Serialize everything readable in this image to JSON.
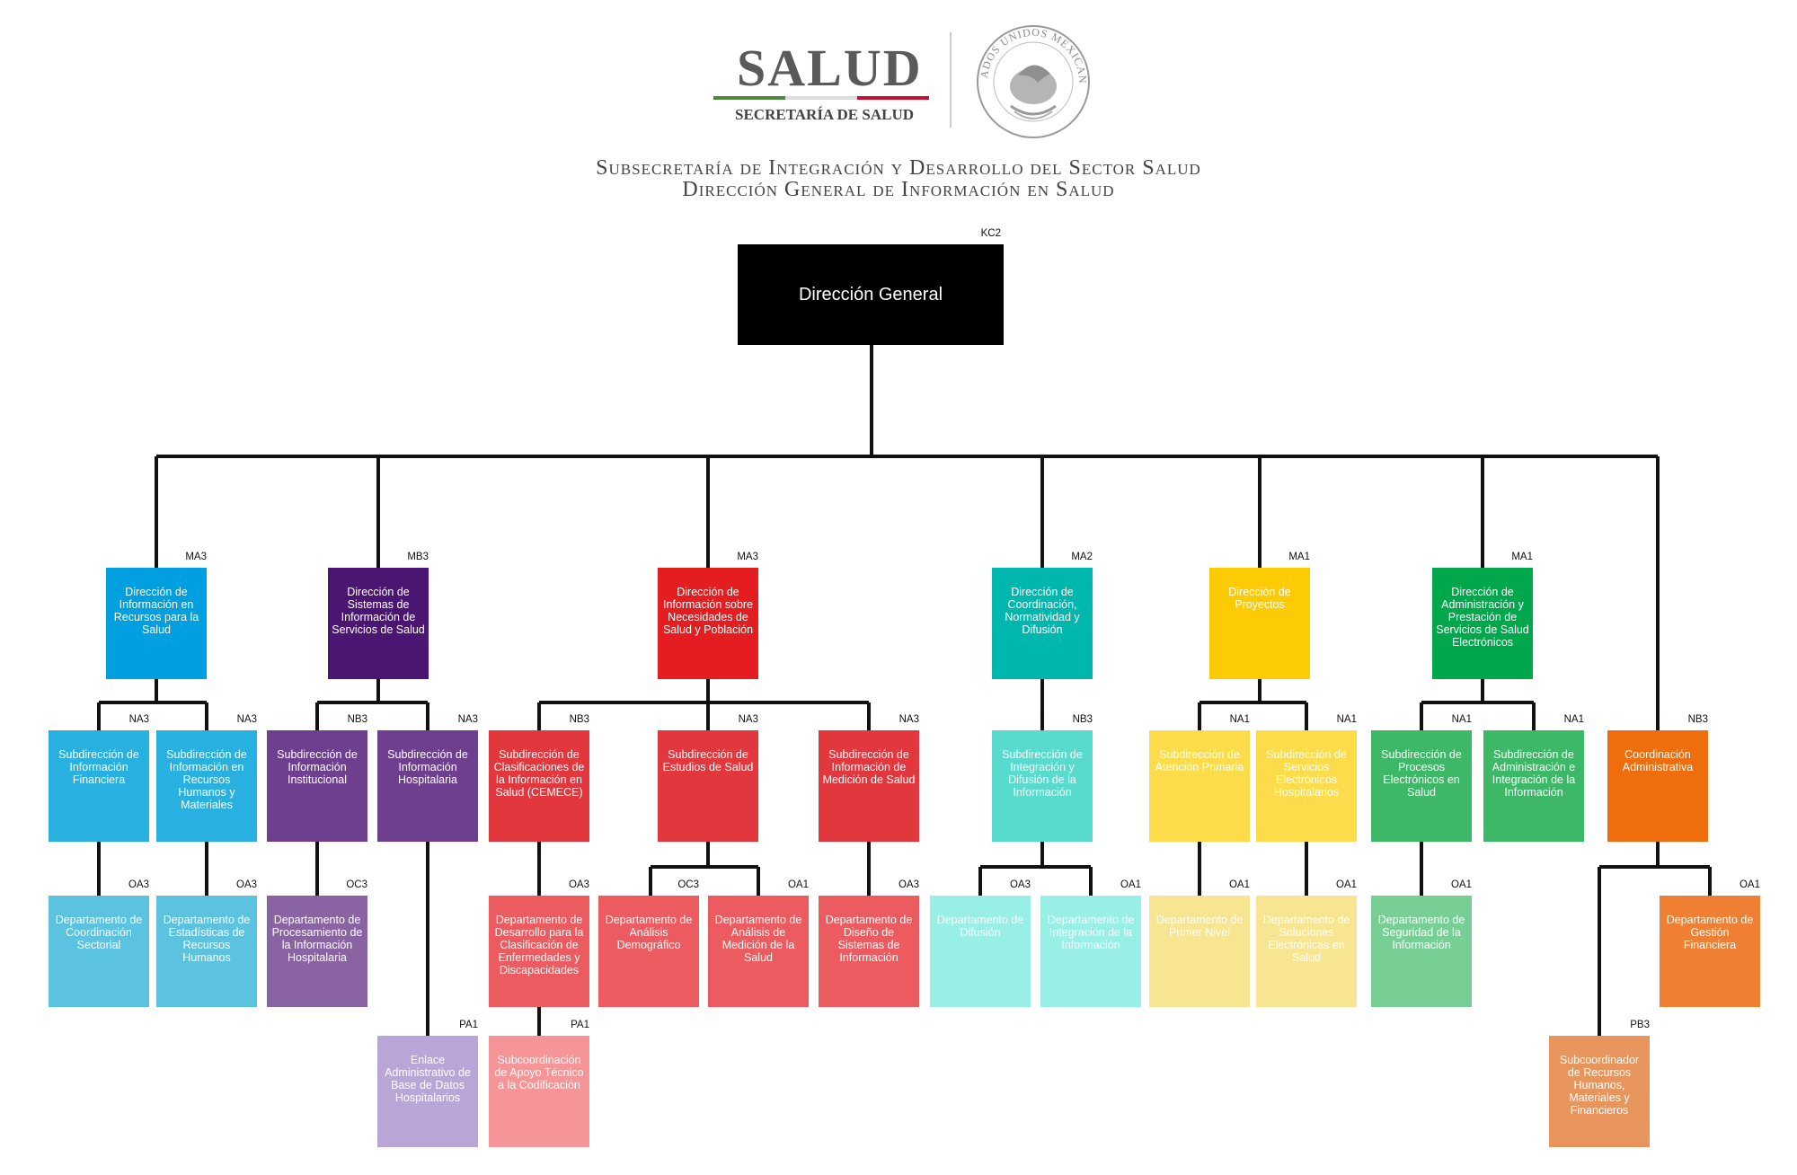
{
  "header": {
    "logo_main": "SALUD",
    "logo_sub": "SECRETARÍA DE SALUD",
    "seal_text": "ESTADOS UNIDOS MEXICANOS",
    "line1": "Subsecretaría de Integración y Desarrollo del Sector Salud",
    "line2": "Dirección General de Información en Salud",
    "colors": {
      "green": "#4a8a3a",
      "red": "#c8102e",
      "gray": "#555555"
    }
  },
  "root": {
    "label": "Dirección General",
    "code": "KC2",
    "color": "#000000"
  },
  "nodes": [
    {
      "id": "d1",
      "label": "Dirección de Información en Recursos para la Salud",
      "code": "MA3",
      "color": "#009fdf"
    },
    {
      "id": "d2",
      "label": "Dirección de Sistemas de Información de Servicios de Salud",
      "code": "MB3",
      "color": "#4b1572"
    },
    {
      "id": "d3",
      "label": "Dirección de Información sobre Necesidades de Salud y Población",
      "code": "MA3",
      "color": "#e41e20"
    },
    {
      "id": "d4",
      "label": "Dirección de Coordinación, Normatividad y Difusión",
      "code": "MA2",
      "color": "#00b7ae"
    },
    {
      "id": "d5",
      "label": "Dirección de Proyectos",
      "code": "MA1",
      "color": "#fdcb03"
    },
    {
      "id": "d6",
      "label": "Dirección de Administración y Prestación de Servicios de Salud Electrónicos",
      "code": "MA1",
      "color": "#00a84b"
    },
    {
      "id": "s1",
      "label": "Subdirección de Información Financiera",
      "code": "NA3",
      "color": "#28b0e0"
    },
    {
      "id": "s2",
      "label": "Subdirección de Información en Recursos Humanos y Materiales",
      "code": "NA3",
      "color": "#28b0e0"
    },
    {
      "id": "s3",
      "label": "Subdirección de Información Institucional",
      "code": "NB3",
      "color": "#6e3f8f"
    },
    {
      "id": "s4",
      "label": "Subdirección de Información Hospitalaria",
      "code": "NA3",
      "color": "#6e3f8f"
    },
    {
      "id": "s5",
      "label": "Subdirección de Clasificaciones de la Información en Salud (CEMECE)",
      "code": "NB3",
      "color": "#e2373d"
    },
    {
      "id": "s6",
      "label": "Subdirección de Estudios de Salud",
      "code": "NA3",
      "color": "#e2373d"
    },
    {
      "id": "s7",
      "label": "Subdirección de Información de Medición de Salud",
      "code": "NA3",
      "color": "#e2373d"
    },
    {
      "id": "s8",
      "label": "Subdirección de Integración y Difusión de la Información",
      "code": "NB3",
      "color": "#58dbcd"
    },
    {
      "id": "s9",
      "label": "Subdirección de Atención Primaria",
      "code": "NA1",
      "color": "#fcdc4b"
    },
    {
      "id": "s10",
      "label": "Subdirección de Servicios Electrónicos Hospitalarios",
      "code": "NA1",
      "color": "#fcdc4b"
    },
    {
      "id": "s11",
      "label": "Subdirección de Procesos Electrónicos en Salud",
      "code": "NA1",
      "color": "#3db867"
    },
    {
      "id": "s12",
      "label": "Subdirección de Administración e Integración de la Información",
      "code": "NA1",
      "color": "#3db867"
    },
    {
      "id": "s13",
      "label": "Coordinación Administrativa",
      "code": "NB3",
      "color": "#ef6d0d"
    },
    {
      "id": "p1",
      "label": "Departamento de Coordinación Sectorial",
      "code": "OA3",
      "color": "#5bc2df"
    },
    {
      "id": "p2",
      "label": "Departamento de Estadísticas de Recursos Humanos",
      "code": "OA3",
      "color": "#5bc2df"
    },
    {
      "id": "p3",
      "label": "Departamento de Procesamiento de la Información Hospitalaria",
      "code": "OC3",
      "color": "#8a63a3"
    },
    {
      "id": "p4",
      "label": "Departamento de Desarrollo para la Clasificación de Enfermedades y Discapacidades",
      "code": "OA3",
      "color": "#ec5b5f"
    },
    {
      "id": "p5",
      "label": "Departamento de Análisis Demográfico",
      "code": "OC3",
      "color": "#ec5b5f"
    },
    {
      "id": "p6",
      "label": "Departamento de Análisis de Medición de la Salud",
      "code": "OA1",
      "color": "#ec5b5f"
    },
    {
      "id": "p7",
      "label": "Departamento de Diseño de Sistemas de Información",
      "code": "OA3",
      "color": "#ec5b5f"
    },
    {
      "id": "p8",
      "label": "Departamento de Difusión",
      "code": "OA3",
      "color": "#97efe6"
    },
    {
      "id": "p9",
      "label": "Departamento de Integración de la Información",
      "code": "OA1",
      "color": "#97efe6"
    },
    {
      "id": "p10",
      "label": "Departamento de Primer Nivel",
      "code": "OA1",
      "color": "#f8e592"
    },
    {
      "id": "p11",
      "label": "Departamento de Soluciones Electrónicas en Salud",
      "code": "OA1",
      "color": "#f8e592"
    },
    {
      "id": "p12",
      "label": "Departamento de Seguridad de la Información",
      "code": "OA1",
      "color": "#78cf95"
    },
    {
      "id": "p13",
      "label": "Departamento de Gestión Financiera",
      "code": "OA1",
      "color": "#ef7f32"
    },
    {
      "id": "e1",
      "label": "Enlace Administrativo de Base de Datos Hospitalarios",
      "code": "PA1",
      "color": "#b9a6d6"
    },
    {
      "id": "e2",
      "label": "Subcoordinación de Apoyo Técnico a la Codificación",
      "code": "PA1",
      "color": "#f69597"
    },
    {
      "id": "e3",
      "label": "Subcoordinador de Recursos Humanos, Materiales y Financieros",
      "code": "PB3",
      "color": "#e8955d"
    }
  ]
}
